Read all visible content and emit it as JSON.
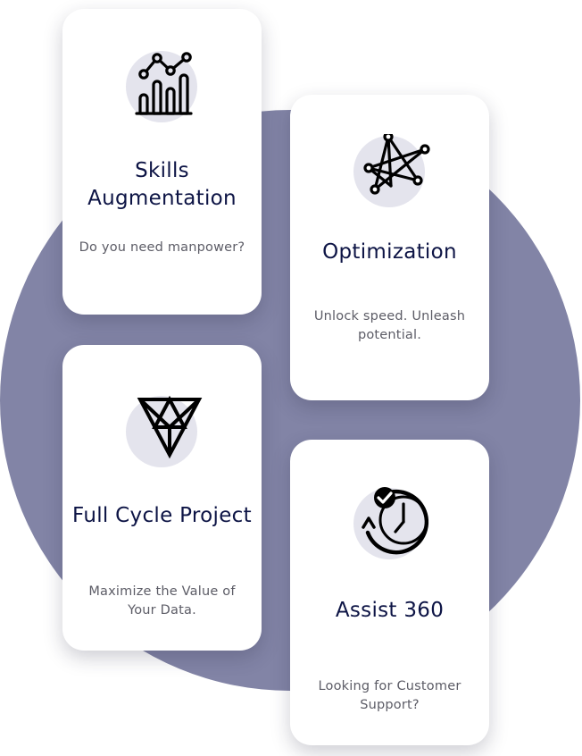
{
  "cards": [
    {
      "title": "Skills Augmentation",
      "subtitle": "Do you need manpower?",
      "icon": "analytics-chart-icon"
    },
    {
      "title": "Optimization",
      "subtitle": "Unlock speed. Unleash potential.",
      "icon": "network-nodes-icon"
    },
    {
      "title": "Full Cycle Project",
      "subtitle": "Maximize the Value of Your Data.",
      "icon": "geometric-triangle-icon"
    },
    {
      "title": "Assist 360",
      "subtitle": "Looking for Customer Support?",
      "icon": "clock-check-icon"
    }
  ],
  "colors": {
    "background_circle": "#8284a6",
    "card": "#ffffff",
    "title": "#0d1445",
    "subtitle": "#5c5c66",
    "icon_circle": "#e4e4ed"
  }
}
